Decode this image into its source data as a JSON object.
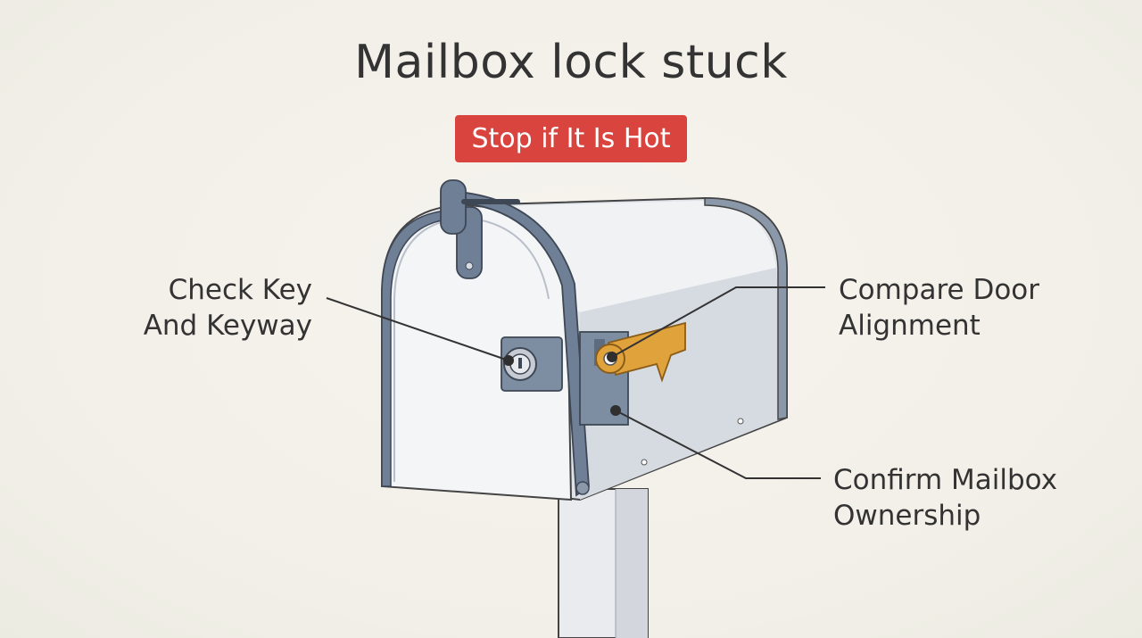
{
  "title": "Mailbox lock stuck",
  "warning_badge": "Stop if It Is Hot",
  "callouts": {
    "key": {
      "line1": "Check Key",
      "line2": "And Keyway"
    },
    "door": {
      "line1": "Compare Door",
      "line2": "Alignment"
    },
    "ownership": {
      "line1": "Confirm Mailbox",
      "line2": "Ownership"
    }
  },
  "colors": {
    "background": "#f3f1ea",
    "badge": "#d9443e",
    "mailbox_body": "#e6e9ee",
    "mailbox_trim": "#6f7f95",
    "flag": "#e0a33c",
    "text": "#333333"
  }
}
